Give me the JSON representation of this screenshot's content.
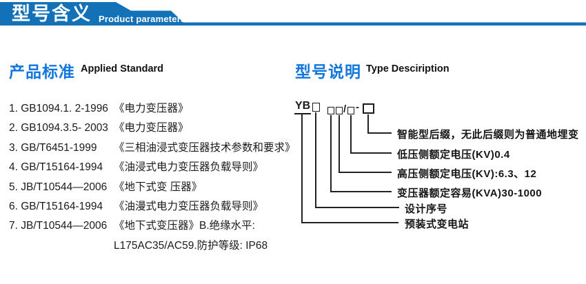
{
  "colors": {
    "banner_blue": "#1371b8",
    "heading_blue": "#1277dd",
    "text_dark": "#1a1a1a"
  },
  "banner": {
    "title_cn": "型号含义",
    "subtitle_en": "Product parameters"
  },
  "applied_standard": {
    "heading_cn": "产品标准",
    "heading_en": "Applied Standard",
    "items": [
      {
        "num": "1.",
        "code": "GB1094.1. 2-1996",
        "title": "《电力变压器》"
      },
      {
        "num": "2.",
        "code": "GB1094.3.5- 2003",
        "title": "《电力变压器》"
      },
      {
        "num": "3.",
        "code": "GB/T6451-1999",
        "title": "《三相油浸式变压器技术参数和要求》"
      },
      {
        "num": "4.",
        "code": "GB/T15164-1994",
        "title": "《油浸式电力变压器负载导则》"
      },
      {
        "num": "5.",
        "code": "JB/T10544—2006",
        "title": "《地下式变 压器》"
      },
      {
        "num": "6.",
        "code": "GB/T15164-1994",
        "title": "《油漫式电力变压器负载导则》"
      },
      {
        "num": "7.",
        "code": "JB/T10544—2006",
        "title": "《地下式变压器》B.绝缘水平:"
      }
    ],
    "continuation": "L175AC35/AC59.防护等级: IP68"
  },
  "type_description": {
    "heading_cn": "型号说明",
    "heading_en": "Type Desciription",
    "model": {
      "prefix": "YB",
      "slash": "/",
      "dash": "-"
    },
    "labels": [
      "智能型后缀，无此后缀则为普通地埋变",
      "低压侧额定电压(KV)0.4",
      "高压侧额定电压(KV):6.3、12",
      "变压器额定容易(KVA)30-1000",
      "设计序号",
      "预装式变电站"
    ]
  }
}
